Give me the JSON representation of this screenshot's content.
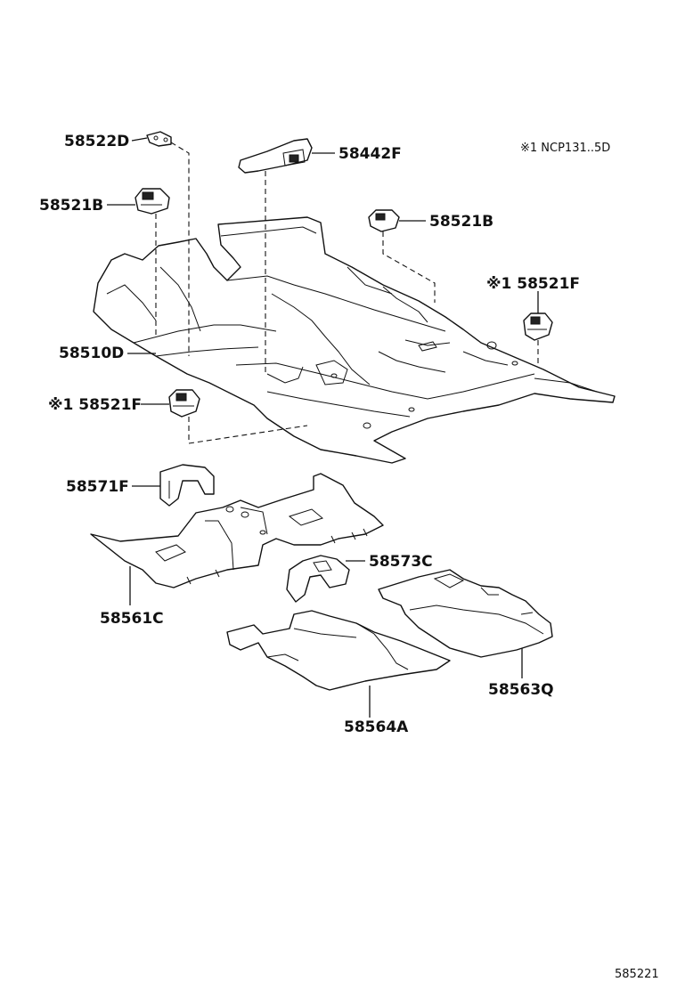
{
  "note": "※1 NCP131..5D",
  "footer_code": "585221",
  "parts": {
    "p58522D": "58522D",
    "p58442F": "58442F",
    "p58521B_left": "58521B",
    "p58521B_right": "58521B",
    "p58521F_right": "※1 58521F",
    "p58510D": "58510D",
    "p58521F_left": "※1 58521F",
    "p58571F": "58571F",
    "p58573C": "58573C",
    "p58561C": "58561C",
    "p58563Q": "58563Q",
    "p58564A": "58564A"
  }
}
